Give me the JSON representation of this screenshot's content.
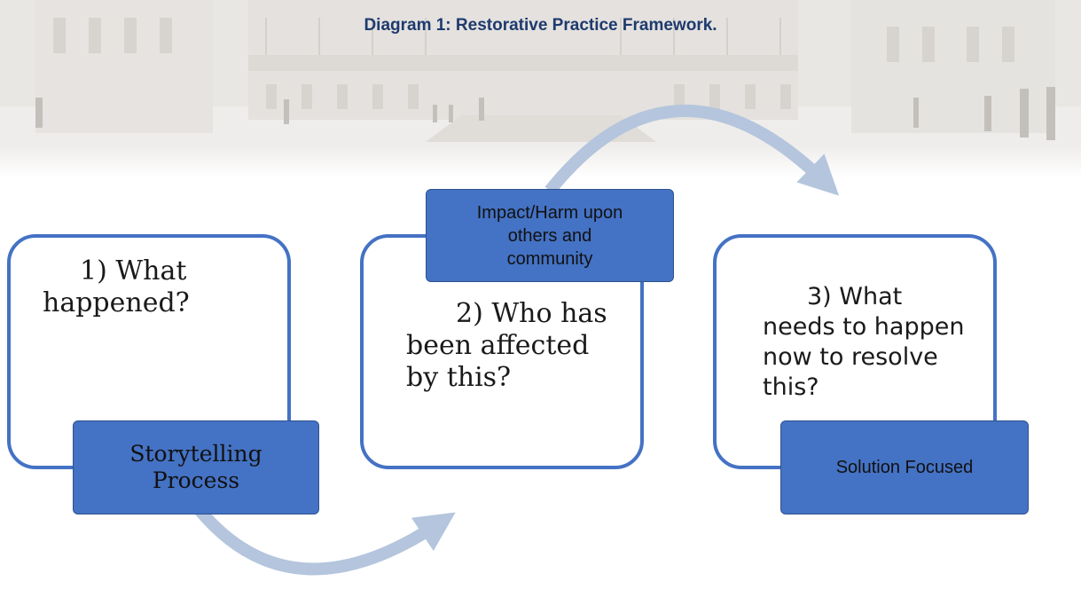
{
  "title": "Diagram 1: Restorative Practice Framework.",
  "colors": {
    "frame_border": "#4472c4",
    "tag_fill": "#4472c4",
    "arrow": "#b4c5dd",
    "title": "#1e3a6e"
  },
  "stages": [
    {
      "question_lines": [
        "1) What",
        "happened?"
      ],
      "tag_lines": [
        "Storytelling",
        "Process"
      ]
    },
    {
      "question_lines": [
        "2) Who has",
        "been affected",
        "by this?"
      ],
      "tag_lines": [
        "Impact/Harm upon",
        "others and",
        "community"
      ]
    },
    {
      "question_lines": [
        "3) What",
        "needs to happen",
        "now to resolve",
        "this?"
      ],
      "tag_lines": [
        "Solution Focused"
      ]
    }
  ],
  "connectors": [
    "arrow-bottom-curve",
    "arrow-top-curve"
  ]
}
